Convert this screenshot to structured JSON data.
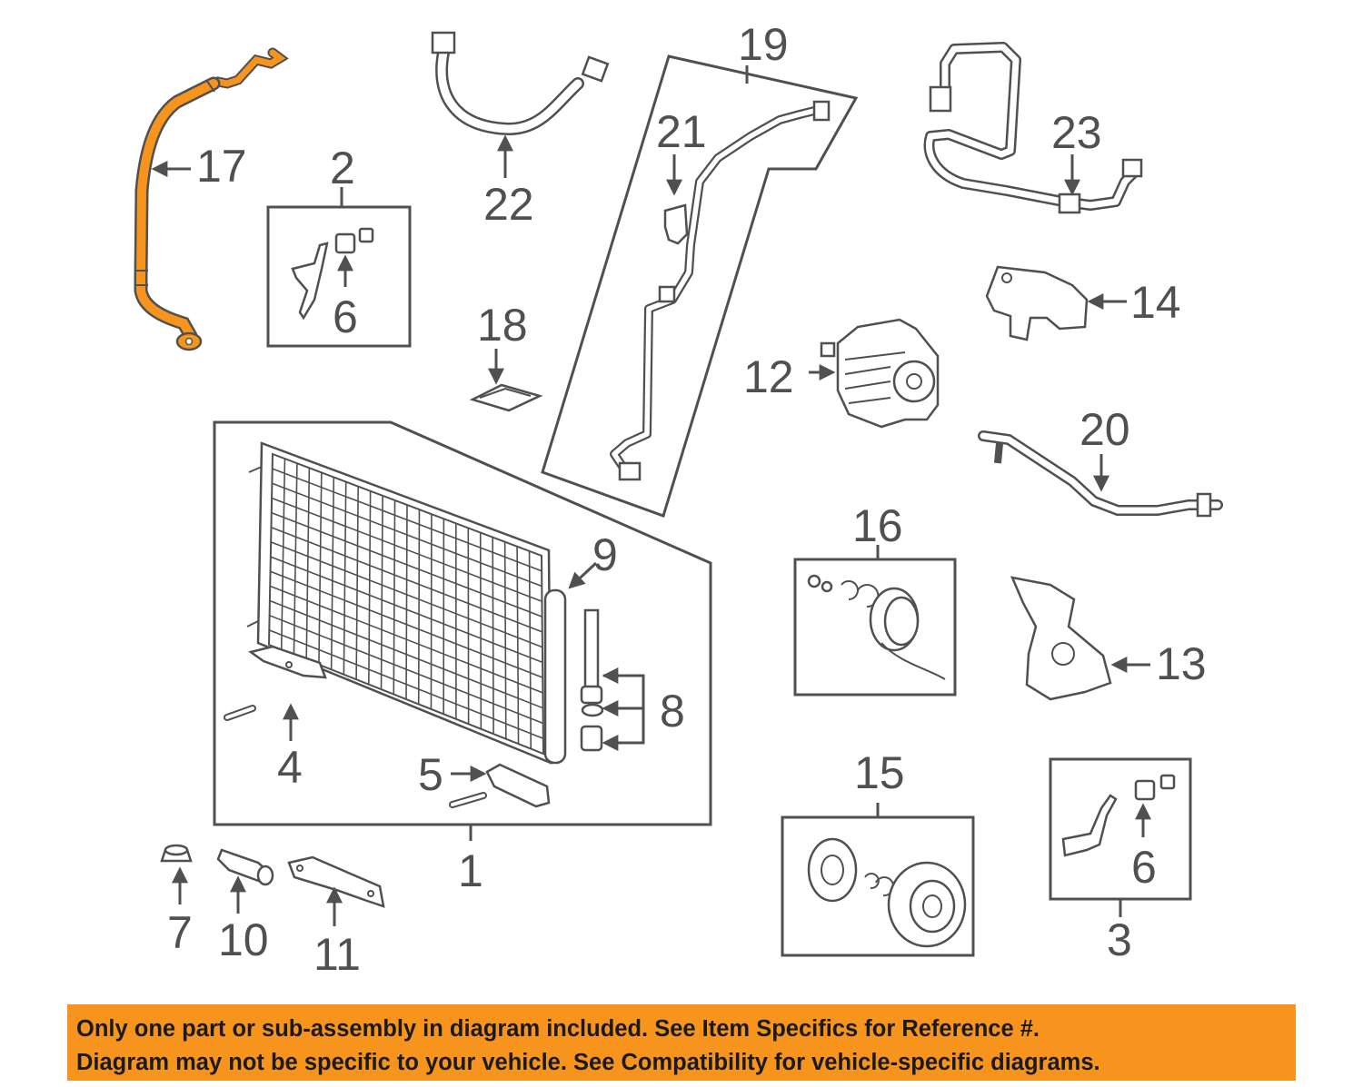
{
  "colors": {
    "highlight": "#f7941d",
    "line": "#505050",
    "banner": "#f7941d"
  },
  "callouts": {
    "c1": "1",
    "c2": "2",
    "c3": "3",
    "c4": "4",
    "c5": "5",
    "c6a": "6",
    "c6b": "6",
    "c7": "7",
    "c8": "8",
    "c9": "9",
    "c10": "10",
    "c11": "11",
    "c12": "12",
    "c13": "13",
    "c14": "14",
    "c15": "15",
    "c16": "16",
    "c17": "17",
    "c18": "18",
    "c19": "19",
    "c20": "20",
    "c21": "21",
    "c22": "22",
    "c23": "23"
  },
  "notice": {
    "line1": "Only one part or sub-assembly in diagram included. See Item Specifics for Reference #.",
    "line2": "Diagram may not be specific to your vehicle. See Compatibility for vehicle-specific diagrams."
  }
}
